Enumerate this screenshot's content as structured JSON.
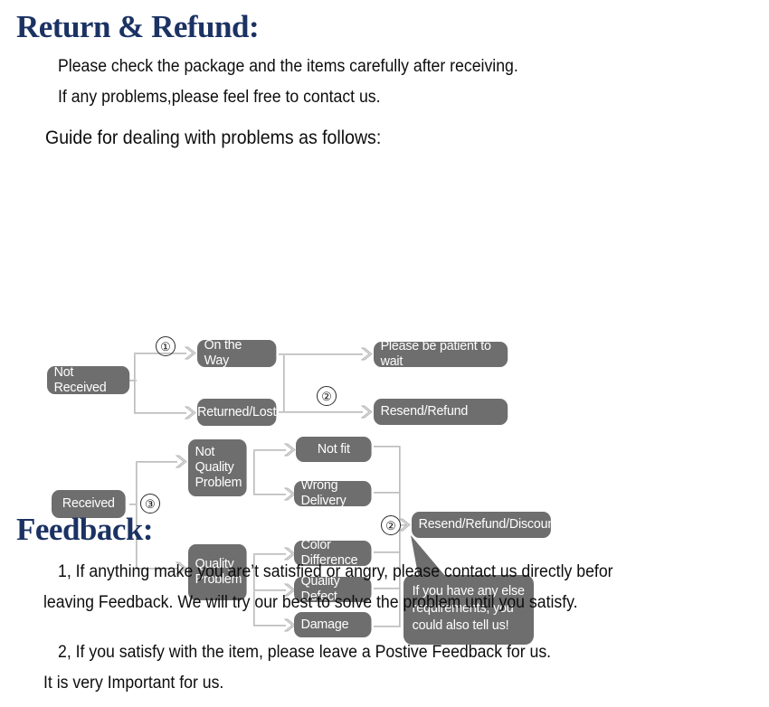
{
  "document": {
    "return_section": {
      "title": "Return & Refund:",
      "lines": [
        "Please check the package and the items carefully after receiving.",
        "If any problems,please feel free to contact us."
      ],
      "guide_line": "Guide for dealing with problems as follows:"
    },
    "feedback_section": {
      "title": "Feedback:",
      "lines": [
        "1, If anything make you are’t satisfied or angry, please contact us directly befor",
        "leaving Feedback. We will try our best to solve the problem until you satisfy.",
        "2, If you satisfy with the item, please leave a Postive Feedback for us.",
        "It is very Important for us."
      ]
    }
  },
  "flowchart": {
    "nodes": {
      "not_received": "Not Received",
      "on_the_way": "On the Way",
      "returned_lost": "Returned/Lost",
      "please_wait": "Please be patient to wait",
      "resend_refund": "Resend/Refund",
      "received": "Received",
      "not_quality_problem": "Not\nQuality\nProblem",
      "quality_problem": "Quality\nProblem",
      "not_fit": "Not fit",
      "wrong_delivery": "Wrong Delivery",
      "color_difference": "Color Difference",
      "quality_defect": "Quality Defect",
      "damage": "Damage",
      "resend_refund_discount": "Resend/Refund/Discount"
    },
    "callout": "If you have any else requirements, you could also tell us!",
    "markers": {
      "one": "①",
      "two_upper": "②",
      "three": "③",
      "two_lower": "②"
    },
    "colors": {
      "node_fill": "#6e6e6e",
      "node_text": "#ffffff",
      "connector": "#d2d2d2",
      "heading": "#1b3263"
    }
  }
}
